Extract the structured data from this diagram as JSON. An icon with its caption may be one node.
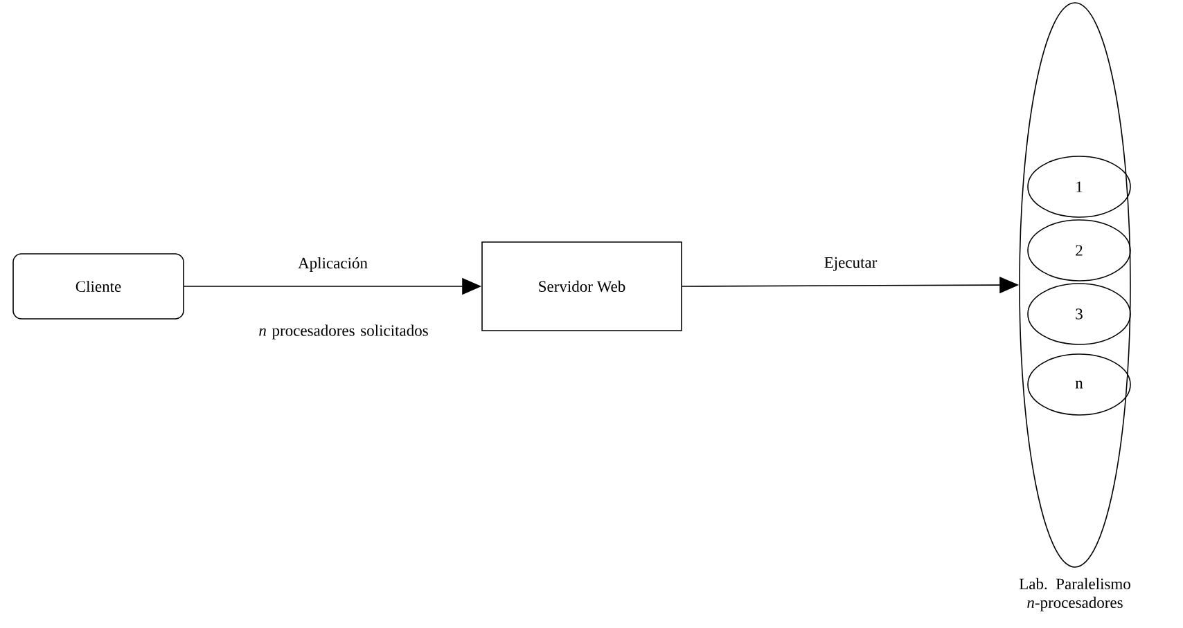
{
  "diagram": {
    "nodes": [
      {
        "text": [
          "Cliente"
        ]
      },
      {
        "text": [
          "Servidor Web"
        ]
      },
      {
        "text": [
          "Lab. Paralelismo *n*-procesadores"
        ]
      },
      {
        "text": [
          "1"
        ],
        "in": 2
      },
      {
        "text": [
          "2"
        ],
        "in": 2
      },
      {
        "text": [
          "3"
        ],
        "in": 2
      },
      {
        "text": [
          "n"
        ],
        "in": 2
      }
    ],
    "edges": [
      {
        "from": 0,
        "to": 1,
        "arrow": "to",
        "label": "Aplicación"
      },
      {
        "from": 1,
        "to": 2,
        "arrow": "to",
        "label": "Ejecutar"
      }
    ],
    "labels": [
      "*n* procesadores solicitados"
    ]
  }
}
